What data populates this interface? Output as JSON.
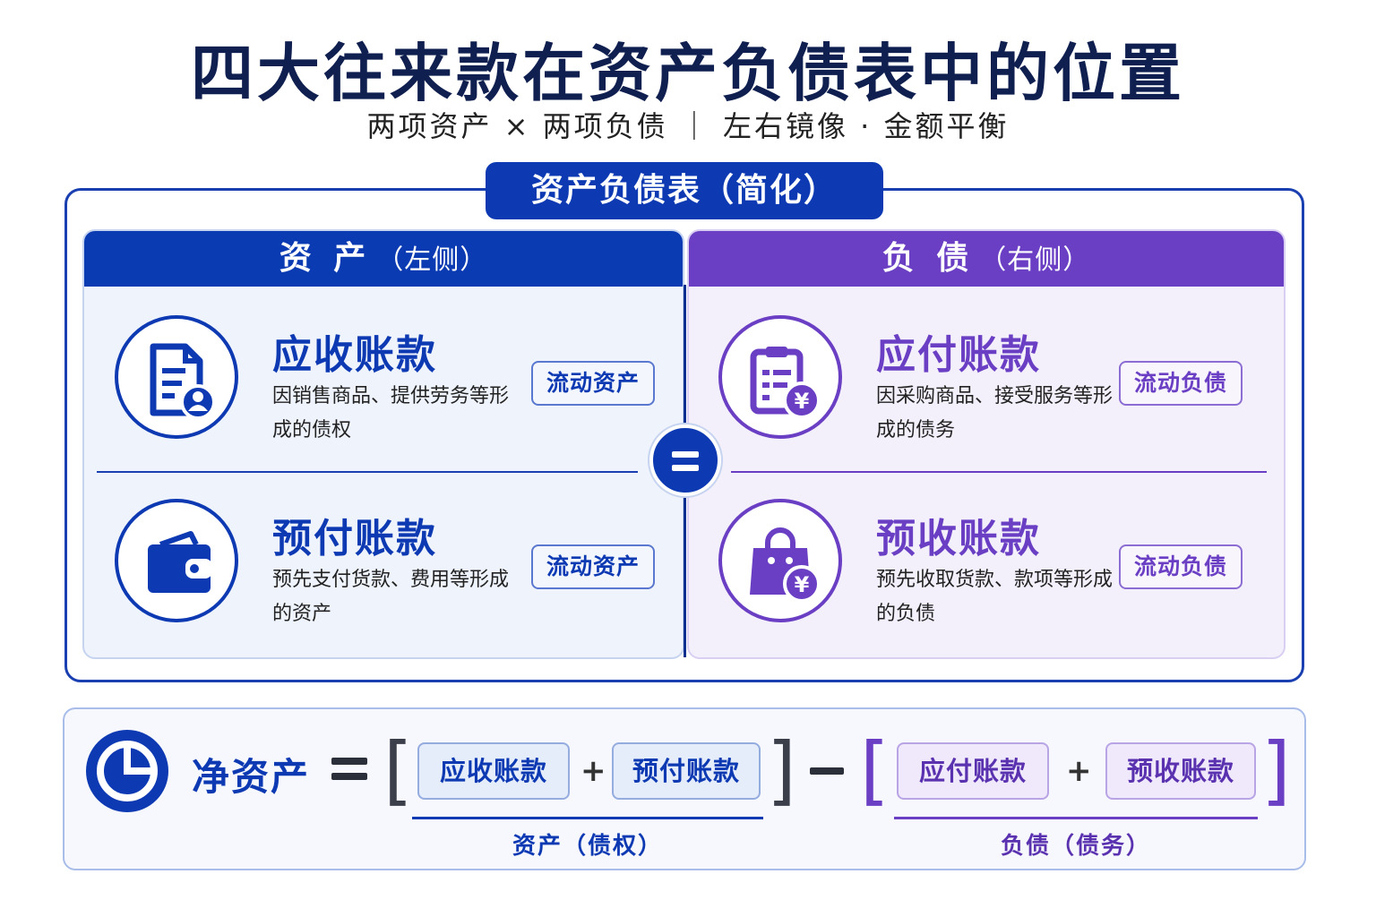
{
  "title": "四大往来款在资产负债表中的位置",
  "subtitle": "两项资产 × 两项负债 ｜ 左右镜像 · 金额平衡",
  "sheet": {
    "tab_label": "资产负债表（简化）",
    "assets": {
      "heading": "资 产",
      "side": "（左侧）",
      "items": [
        {
          "name": "应收账款",
          "desc": "因销售商品、提供劳务等形成的债权",
          "badge": "流动资产",
          "icon": "document-user-icon"
        },
        {
          "name": "预付账款",
          "desc": "预先支付货款、费用等形成的资产",
          "badge": "流动资产",
          "icon": "wallet-icon"
        }
      ]
    },
    "liabilities": {
      "heading": "负 债",
      "side": "（右侧）",
      "items": [
        {
          "name": "应付账款",
          "desc": "因采购商品、接受服务等形成的债务",
          "badge": "流动负债",
          "icon": "clipboard-yen-icon"
        },
        {
          "name": "预收账款",
          "desc": "预先收取货款、款项等形成的负债",
          "badge": "流动负债",
          "icon": "shopping-bag-yen-icon"
        }
      ]
    }
  },
  "formula": {
    "label": "净资产",
    "plus": "+",
    "assets_terms": [
      "应收账款",
      "预付账款"
    ],
    "liability_terms": [
      "应付账款",
      "预收账款"
    ],
    "assets_caption": "资产（债权）",
    "liabilities_caption": "负债（债务）"
  },
  "colors": {
    "asset_blue": "#0d3ab3",
    "liability_purple": "#6a3fc4",
    "title_navy": "#0f1f4f"
  }
}
